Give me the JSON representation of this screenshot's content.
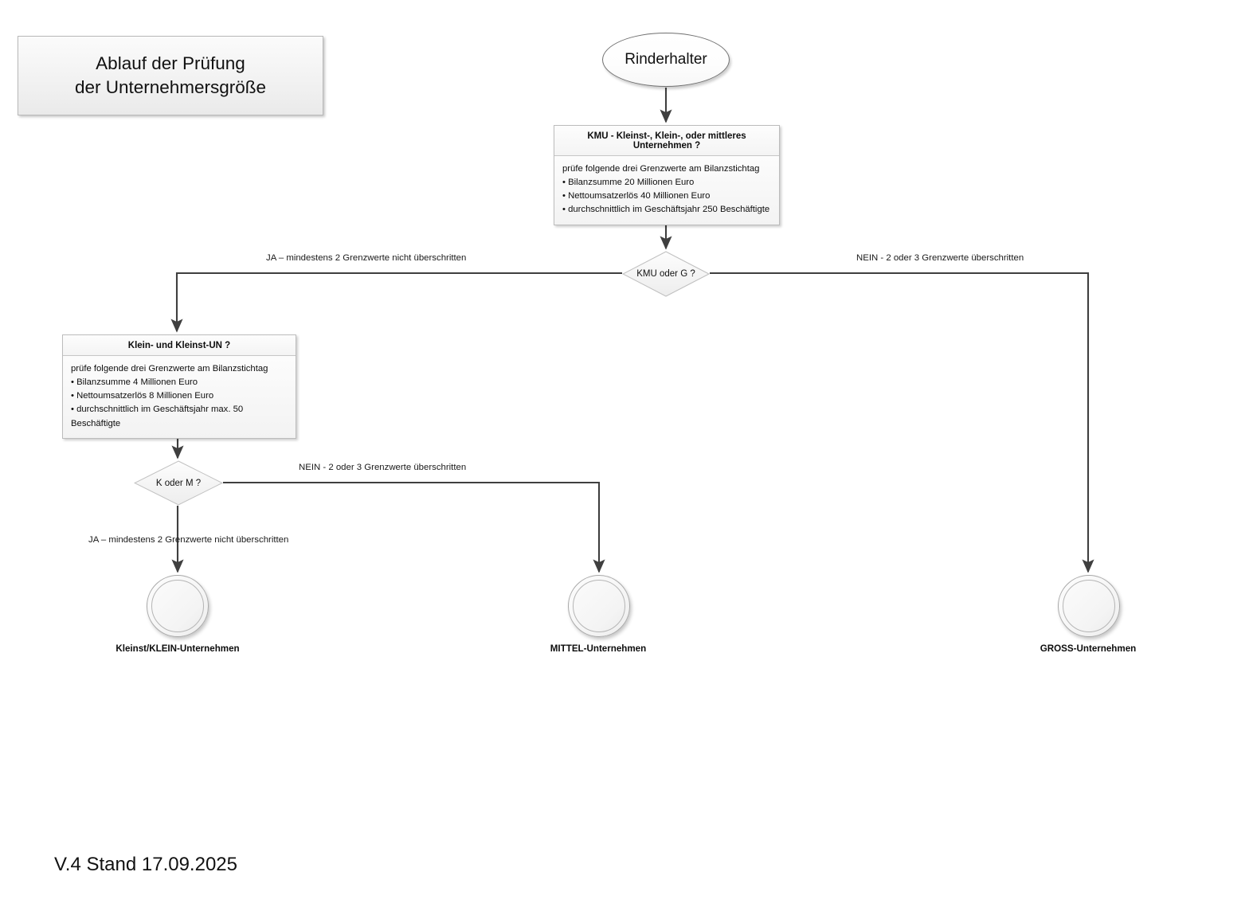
{
  "diagram": {
    "title_box": {
      "text": "Ablauf der Prüfung\nder Unternehmersgröße"
    },
    "footer": {
      "version_text": "V.4 Stand 17.09.2025"
    },
    "start": {
      "label": "Rinderhalter"
    },
    "processes": [
      {
        "id": "kmu",
        "header": "KMU - Kleinst-, Klein-, oder mittleres Unternehmen ?",
        "intro": "prüfe folgende drei Grenzwerte am Bilanzstichtag",
        "bullets": [
          "• Bilanzsumme 20 Millionen Euro",
          "• Nettoumsatzerlös 40 Millionen Euro",
          "• durchschnittlich im Geschäftsjahr 250 Beschäftigte"
        ]
      },
      {
        "id": "klein",
        "header": "Klein- und Kleinst-UN ?",
        "intro": "prüfe folgende drei Grenzwerte am Bilanzstichtag",
        "bullets": [
          "• Bilanzsumme 4 Millionen Euro",
          "• Nettoumsatzerlös 8 Millionen Euro",
          "• durchschnittlich im Geschäftsjahr max. 50 Beschäftigte"
        ]
      }
    ],
    "decisions": [
      {
        "id": "kmu-oder-g",
        "label": "KMU oder G ?"
      },
      {
        "id": "k-oder-m",
        "label": "K oder M ?"
      }
    ],
    "edge_labels": {
      "ja_1": "JA – mindestens 2 Grenzwerte nicht überschritten",
      "nein_1": "NEIN - 2 oder 3 Grenzwerte überschritten",
      "nein_2": "NEIN - 2 oder 3 Grenzwerte überschritten",
      "ja_2": "JA – mindestens 2 Grenzwerte nicht überschritten"
    },
    "end_nodes": [
      {
        "id": "kleinst-klein",
        "label": "Kleinst/KLEIN-Unternehmen"
      },
      {
        "id": "mittel",
        "label": "MITTEL-Unternehmen"
      },
      {
        "id": "gross",
        "label": "GROSS-Unternehmen"
      }
    ],
    "colors": {
      "edge": "#3f3f3f",
      "node_border": "#b8b8b8",
      "background": "#ffffff",
      "text": "#111111"
    }
  }
}
